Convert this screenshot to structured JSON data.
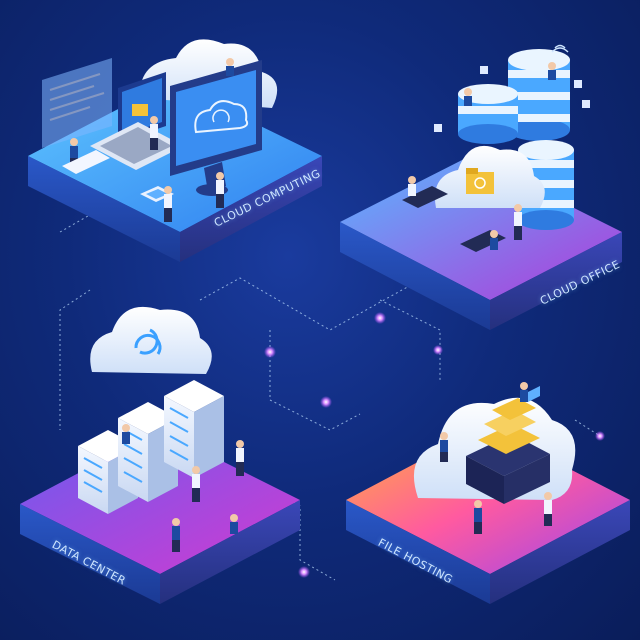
{
  "labels": {
    "cloud_computing": "Cloud Computing",
    "cloud_office": "Cloud Office",
    "data_center": "Data Center",
    "file_hosting": "File Hosting"
  },
  "colors": {
    "background": "#0f2a7a",
    "accent_blue": "#3aa0ff",
    "accent_pink": "#e23cc8",
    "accent_orange": "#ff8a3a",
    "folder_yellow": "#f3c23a",
    "line_glow": "#bfe0ff"
  },
  "icons": [
    "cloud-icon",
    "laptop-icon",
    "monitor-icon",
    "database-icon",
    "server-rack-icon",
    "folder-icon",
    "sync-icon",
    "wifi-icon",
    "person-icon"
  ]
}
